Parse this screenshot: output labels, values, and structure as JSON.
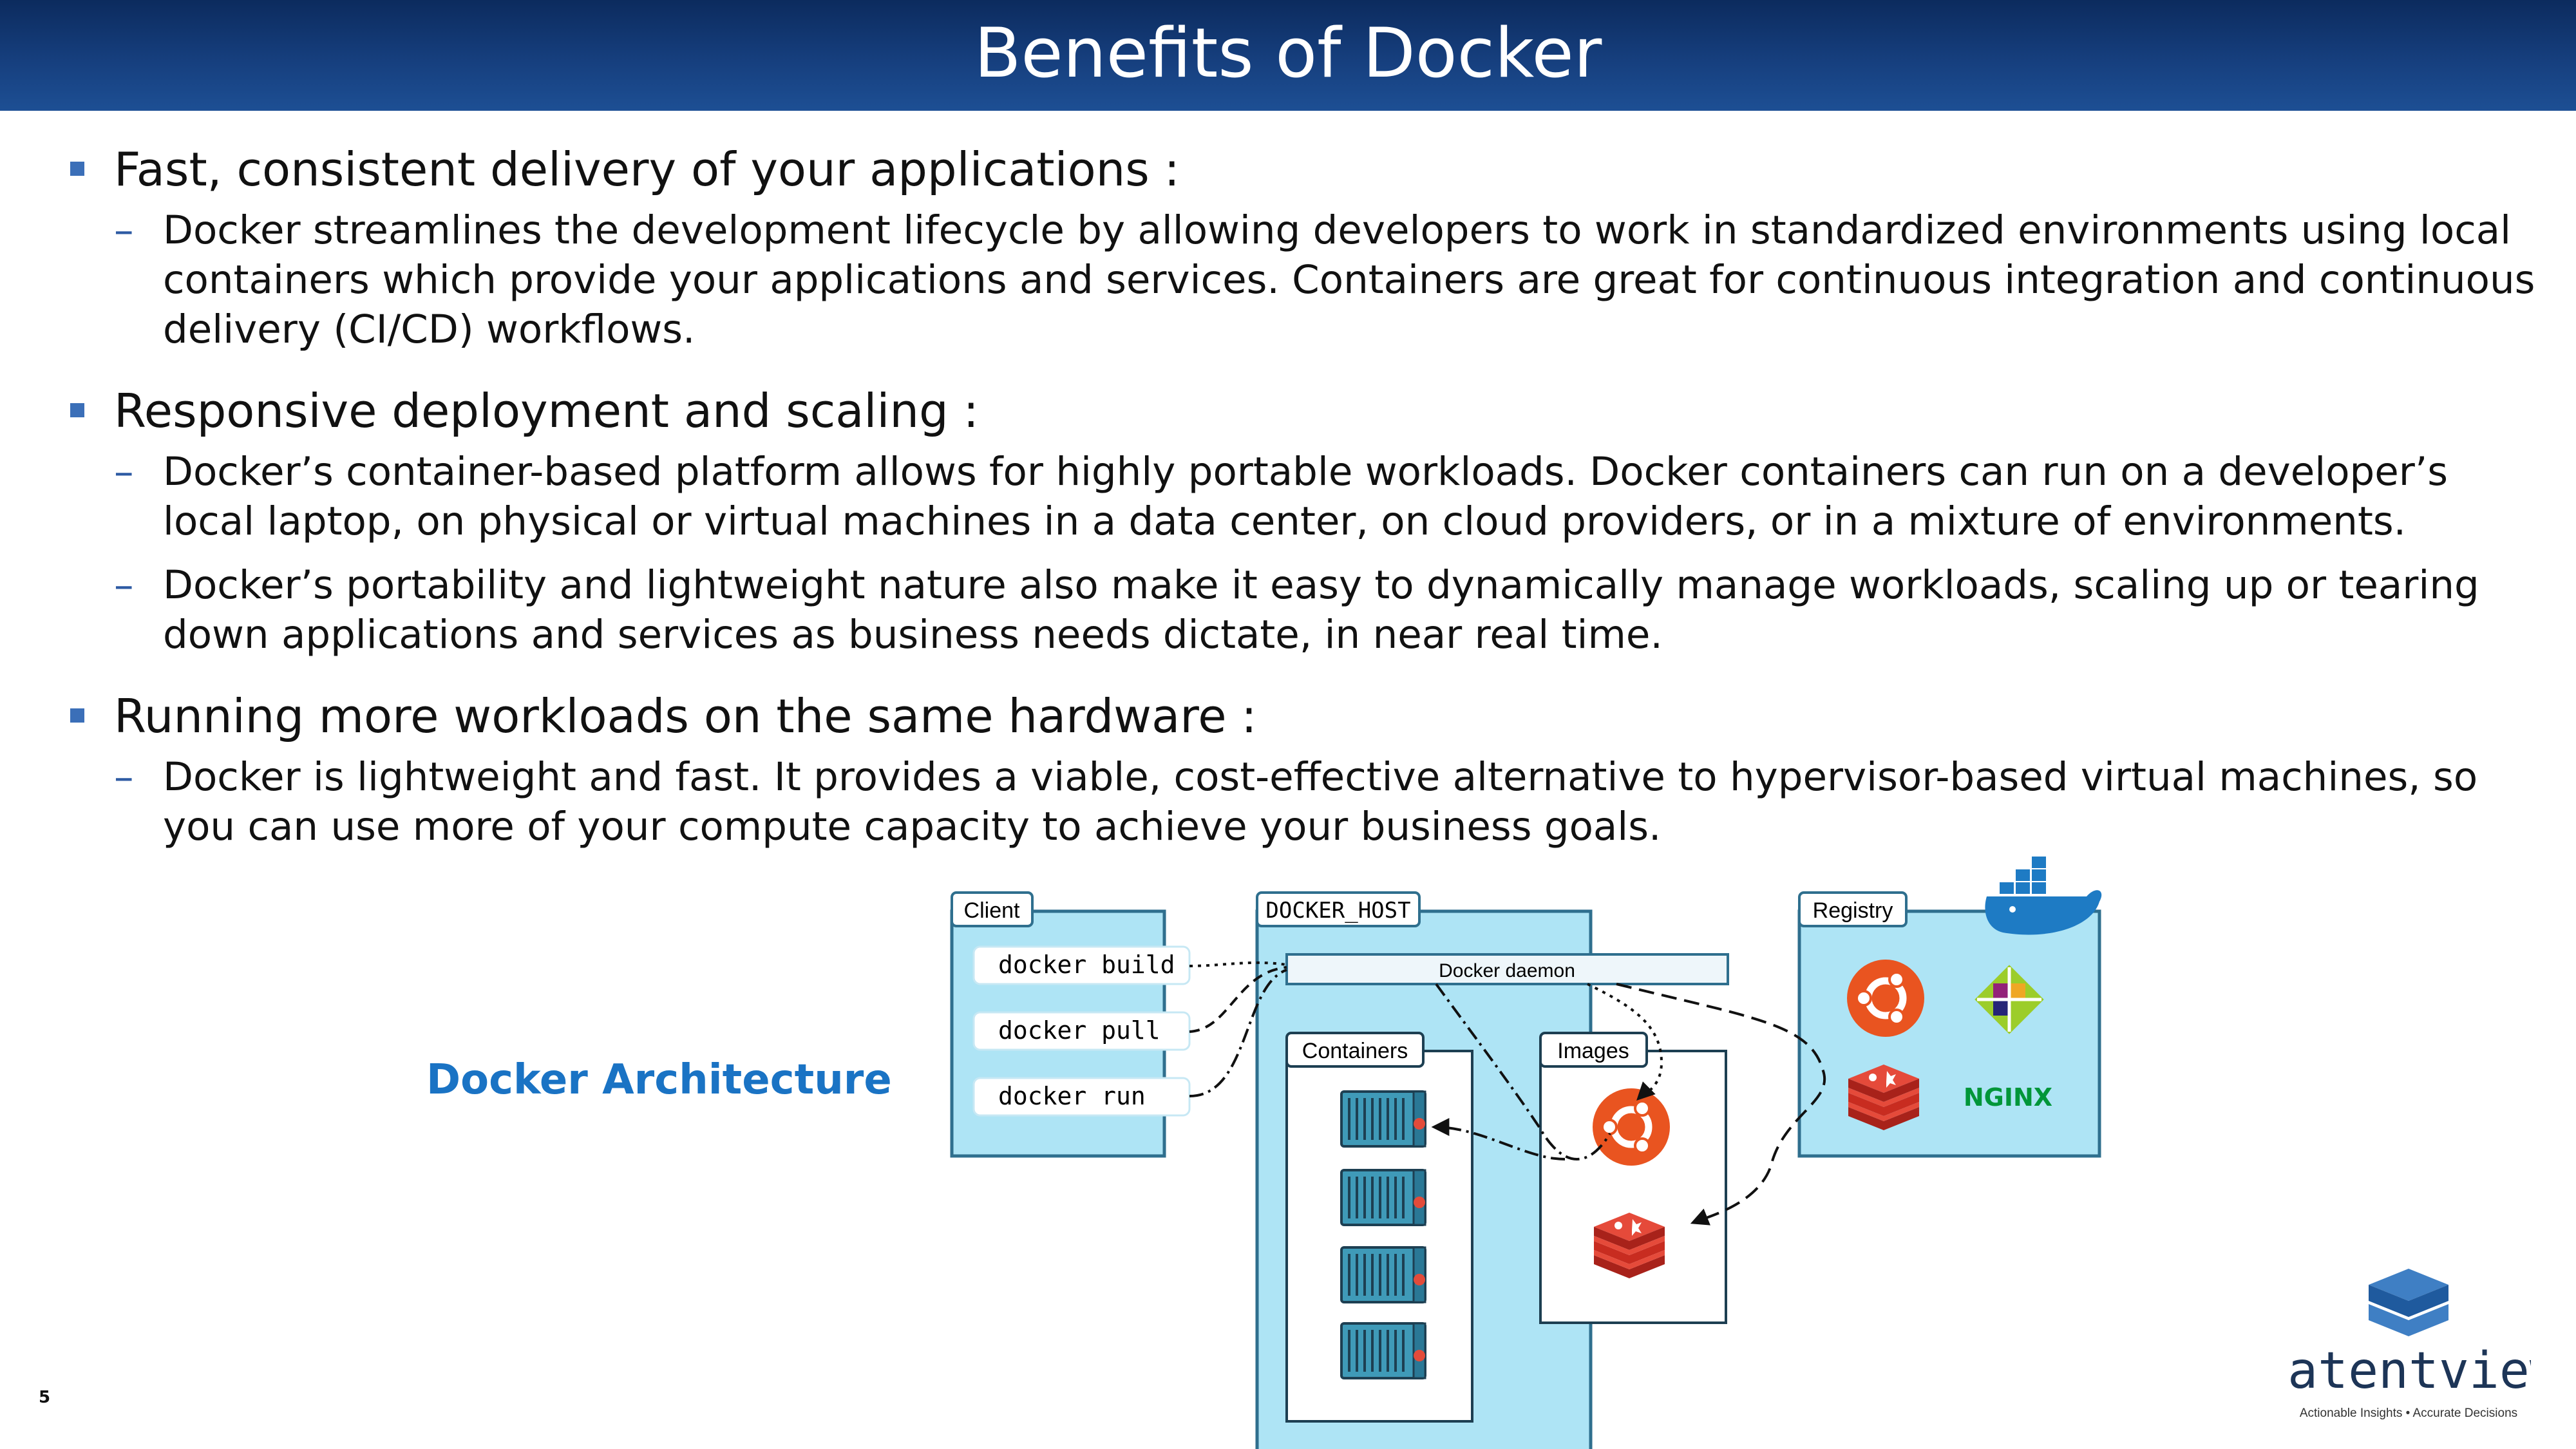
{
  "slide": {
    "title": "Benefits of Docker",
    "page_number": "5"
  },
  "sections": [
    {
      "heading": "Fast, consistent delivery of your applications :",
      "points": [
        "Docker streamlines the development lifecycle by allowing developers to work in standardized environments using local containers which provide your applications and services. Containers are great for continuous integration and continuous delivery (CI/CD) workflows."
      ]
    },
    {
      "heading": "Responsive deployment and scaling :",
      "points": [
        "Docker’s container-based platform allows for highly portable workloads. Docker containers can run on a developer’s local laptop, on physical or virtual machines in a data center, on cloud providers, or in a mixture of environments.",
        "Docker’s portability and lightweight nature also make it easy to dynamically manage workloads, scaling up or tearing down applications and services as business needs dictate, in near real time."
      ]
    },
    {
      "heading": "Running more workloads on the same hardware :",
      "points": [
        "Docker is lightweight and fast. It provides a viable, cost-effective alternative to hypervisor-based virtual machines, so you can use more of your compute capacity to achieve your business goals."
      ]
    }
  ],
  "architecture": {
    "caption": "Docker Architecture",
    "client_label": "Client",
    "commands": [
      "docker build",
      "docker pull",
      "docker run"
    ],
    "host_label": "DOCKER_HOST",
    "daemon_label": "Docker daemon",
    "containers_label": "Containers",
    "images_label": "Images",
    "registry_label": "Registry",
    "nginx_label": "NGINX"
  },
  "logo": {
    "name": "latentview",
    "tagline": "Actionable Insights • Accurate Decisions"
  },
  "colors": {
    "title_bar": "#163f7e",
    "bullet": "#3b6fb8",
    "diagram_fill": "#aee4f5",
    "diagram_border": "#2f6f8e",
    "ubuntu": "#e95420",
    "redis": "#d82c20",
    "nginx": "#009639",
    "caption": "#1a73c4"
  }
}
